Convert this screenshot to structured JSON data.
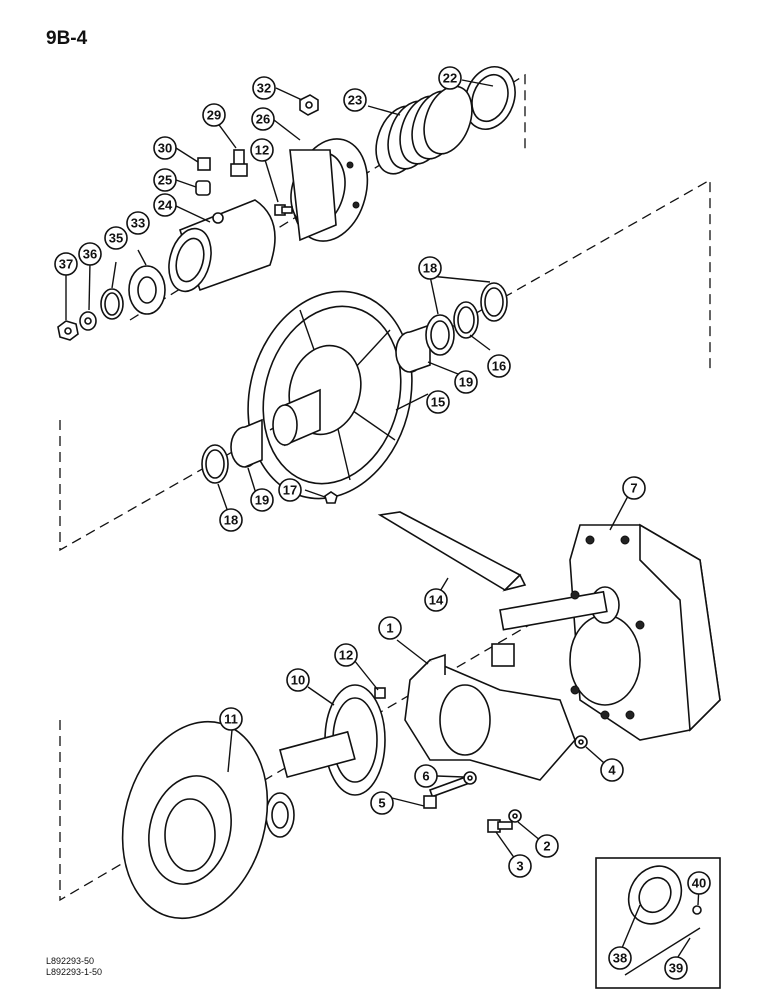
{
  "page": {
    "title": "9B-4"
  },
  "reference_codes": [
    "L892293-50",
    "L892293-1-50"
  ],
  "callouts": {
    "c1": "1",
    "c2": "2",
    "c3": "3",
    "c4": "4",
    "c5": "5",
    "c6": "6",
    "c7": "7",
    "c10": "10",
    "c11": "11",
    "c12a": "12",
    "c12b": "12",
    "c14": "14",
    "c15": "15",
    "c16": "16",
    "c17": "17",
    "c18a": "18",
    "c18b": "18",
    "c19a": "19",
    "c19b": "19",
    "c22": "22",
    "c23": "23",
    "c24": "24",
    "c25": "25",
    "c26": "26",
    "c29": "29",
    "c30": "30",
    "c32": "32",
    "c33": "33",
    "c35": "35",
    "c36": "36",
    "c37": "37",
    "c38": "38",
    "c39": "39",
    "c40": "40"
  }
}
